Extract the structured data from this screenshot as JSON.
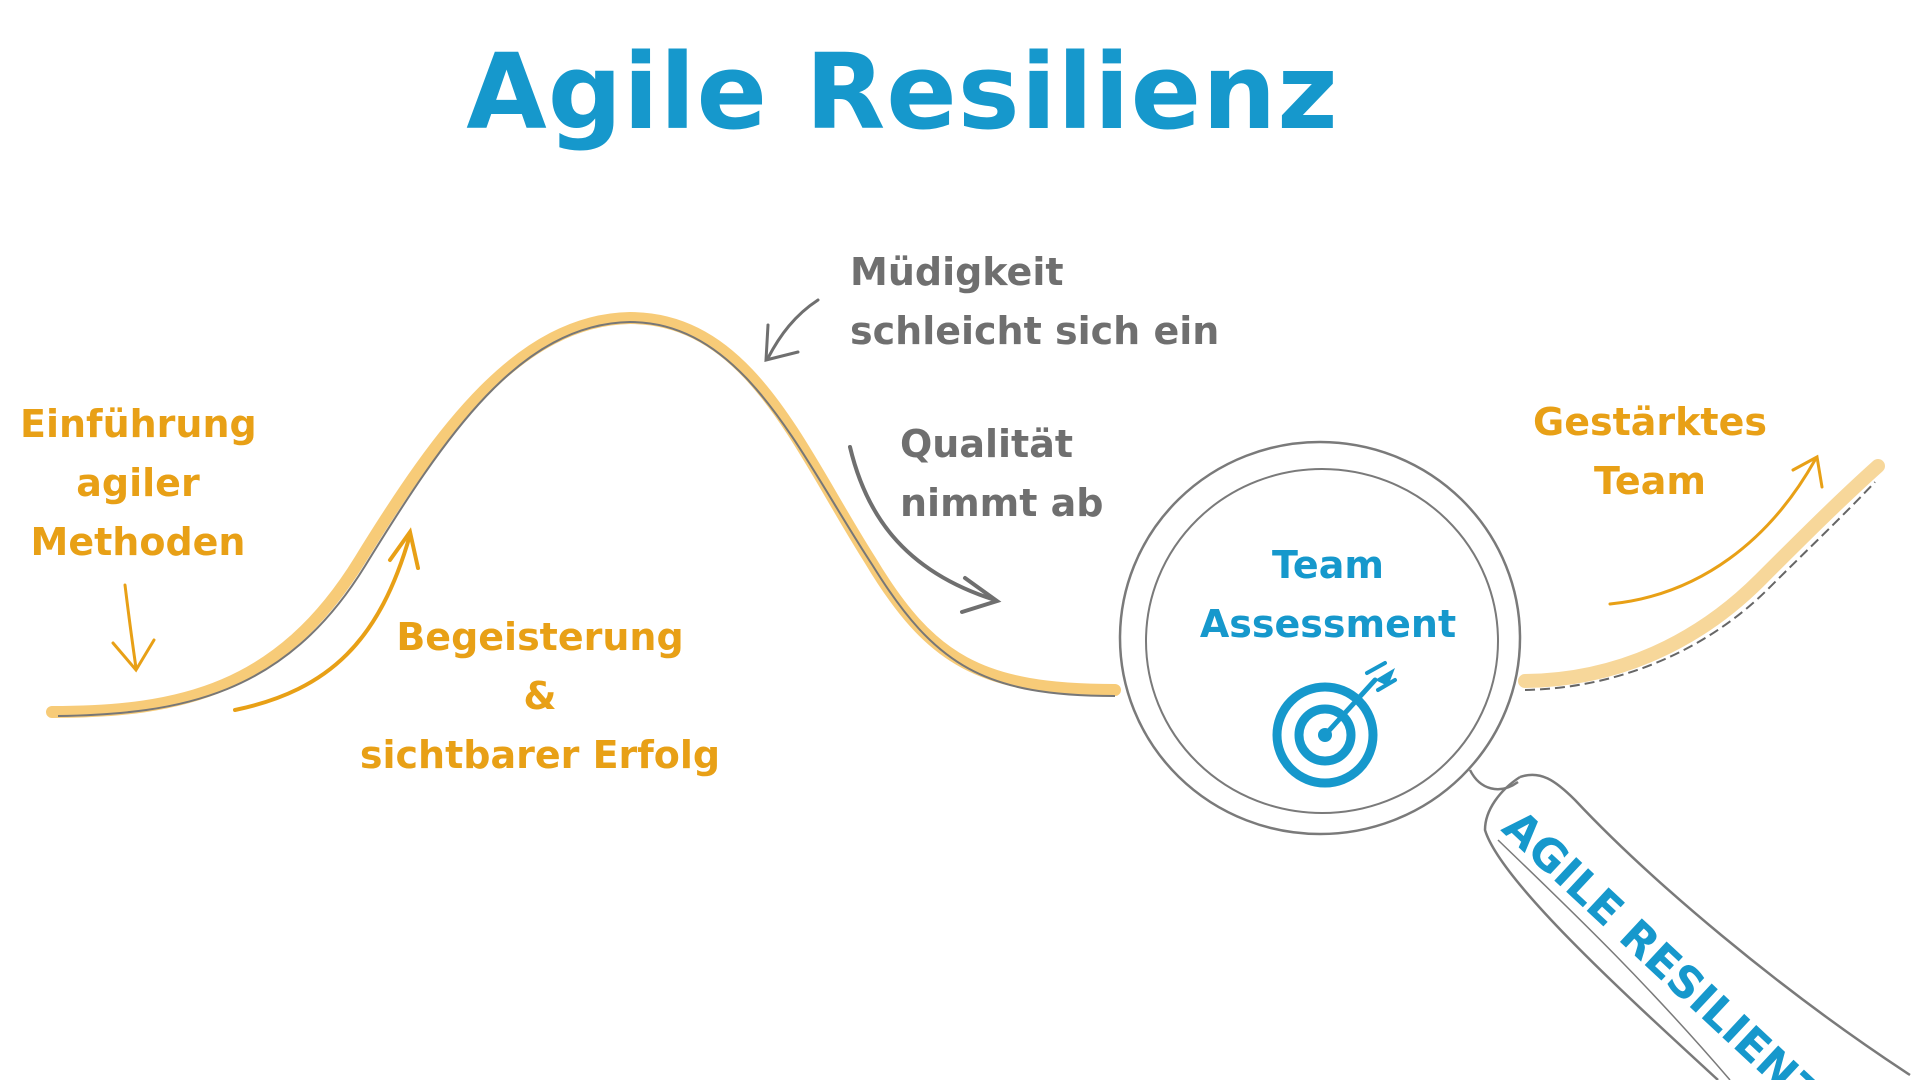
{
  "title": "Agile Resilienz",
  "labels": {
    "einfuehrung": [
      "Einführung",
      "agiler",
      "Methoden"
    ],
    "begeisterung": [
      "Begeisterung",
      "&",
      "sichtbarer Erfolg"
    ],
    "muedigkeit": [
      "Müdigkeit",
      "schleicht sich ein"
    ],
    "qualitaet": [
      "Qualität",
      "nimmt ab"
    ],
    "gestaerktes": [
      "Gestärktes",
      "Team"
    ],
    "assessment": [
      "Team",
      "Assessment"
    ],
    "handle_text": "AGILE RESILIENZ"
  },
  "icons": {
    "target": "target-with-arrow-icon",
    "magnifier": "magnifying-glass-icon"
  },
  "colors": {
    "title": "#1698CC",
    "accent_orange": "#E8A016",
    "curve_yellow": "#F7CB78",
    "annotation_gray": "#6f6f6f",
    "outline_gray": "#7a7a7a"
  }
}
